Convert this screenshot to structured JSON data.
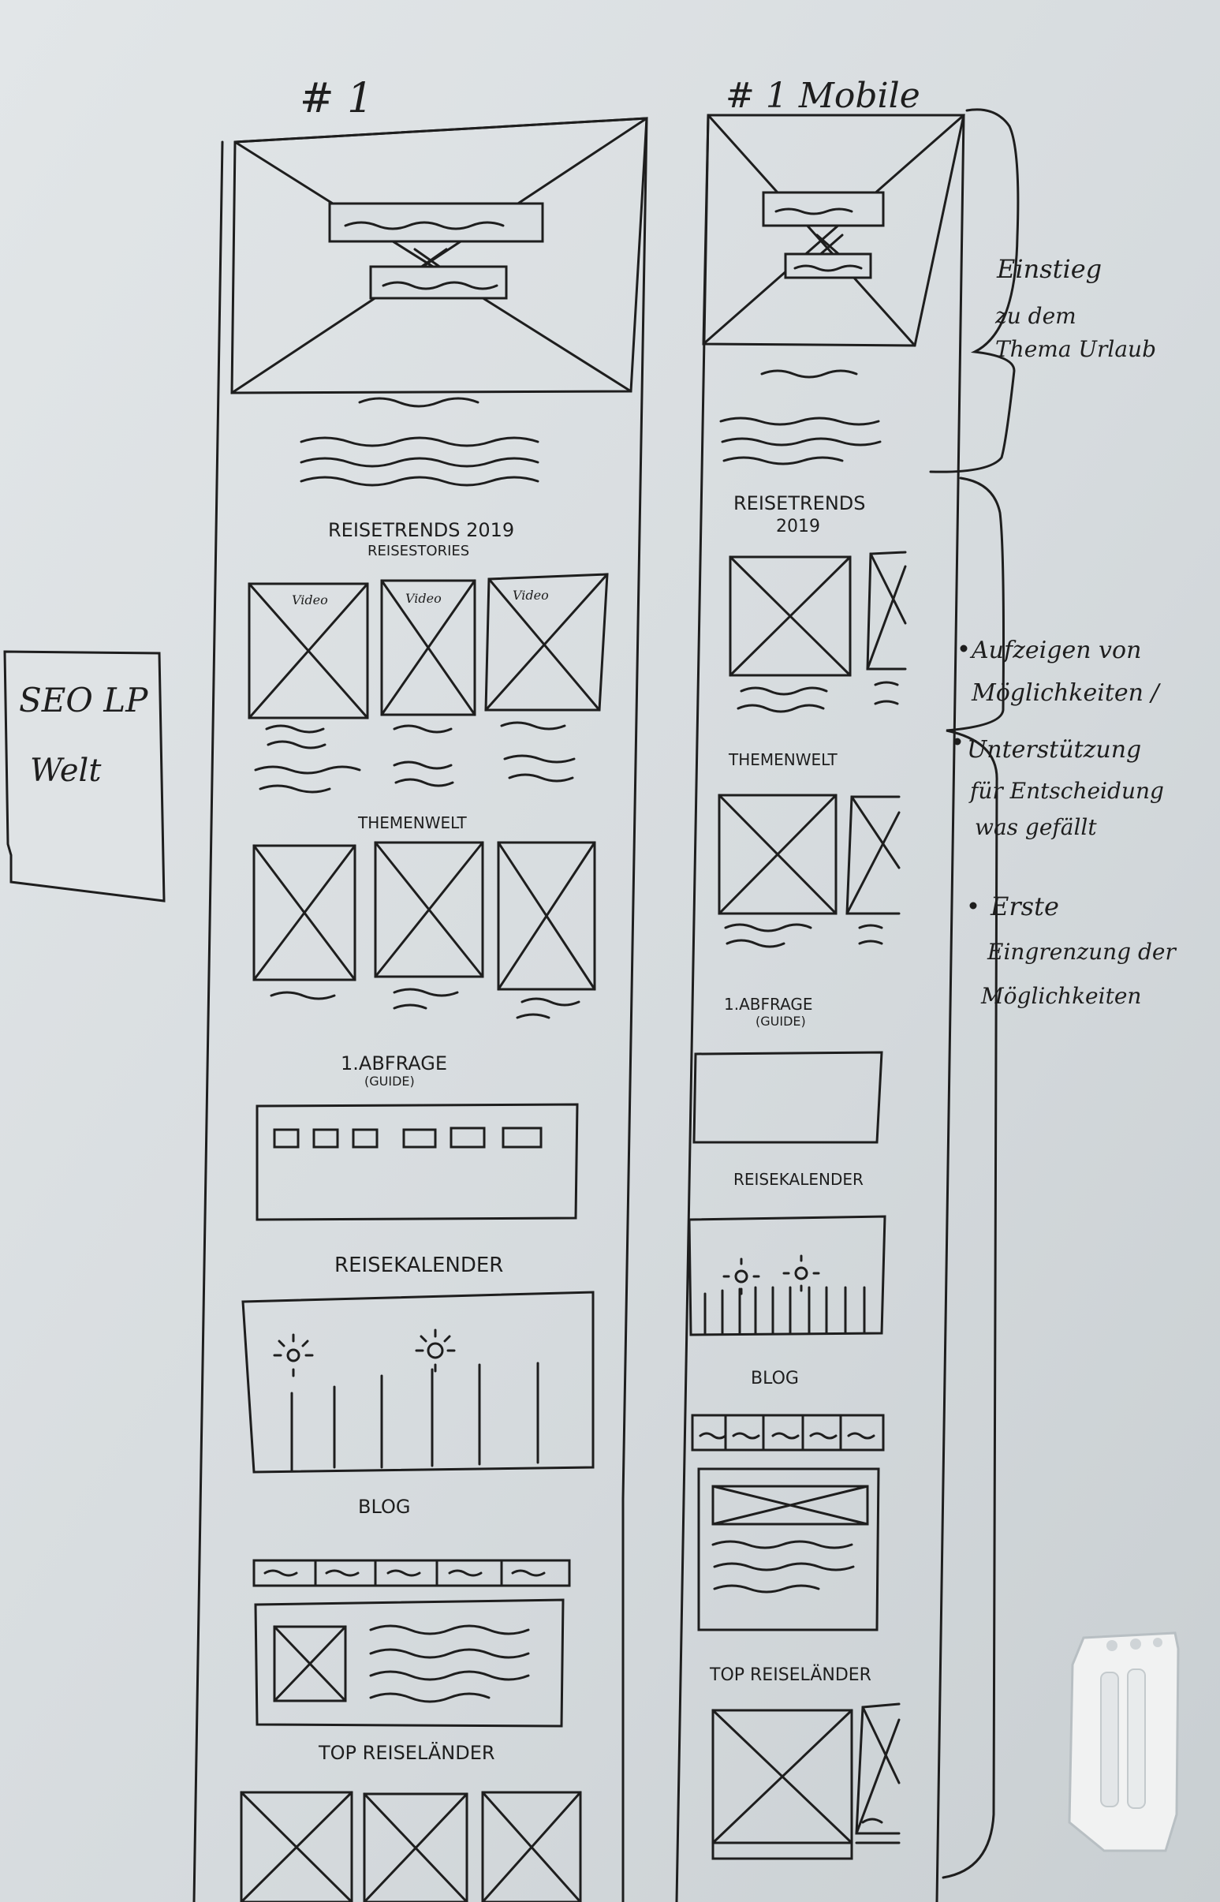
{
  "desktop": {
    "heading": "# 1",
    "sections": {
      "trends": "REISETRENDS 2019",
      "stories": "REISESTORIES",
      "themen": "THEMENWELT",
      "abfrage": "1.ABFRAGE",
      "guide": "(GUIDE)",
      "kalender": "REISEKALENDER",
      "blog": "BLOG",
      "top": "TOP REISELÄNDER"
    },
    "card_tag": "Video"
  },
  "mobile": {
    "heading": "# 1 Mobile",
    "sections": {
      "trends_1": "REISETRENDS",
      "trends_2": "2019",
      "themen": "THEMENWELT",
      "abfrage": "1.ABFRAGE",
      "guide": "(GUIDE)",
      "kalender": "REISEKALENDER",
      "blog": "BLOG",
      "top": "TOP REISELÄNDER"
    }
  },
  "sticky_note": {
    "line1": "SEO LP",
    "line2": "Welt"
  },
  "notes": {
    "top": [
      "Einstieg",
      "zu dem",
      "Thema Urlaub"
    ],
    "bullet1": [
      "Aufzeigen von",
      "Möglichkeiten /"
    ],
    "bullet2": [
      "Unterstützung",
      "für Entscheidung",
      "was gefällt"
    ],
    "bullet3": [
      "Erste",
      "Eingrenzung der",
      "Möglichkeiten"
    ]
  },
  "colors": {
    "board": "#d7dcdf",
    "ink": "#1e1e1e",
    "holder": "#f1f2f2"
  }
}
